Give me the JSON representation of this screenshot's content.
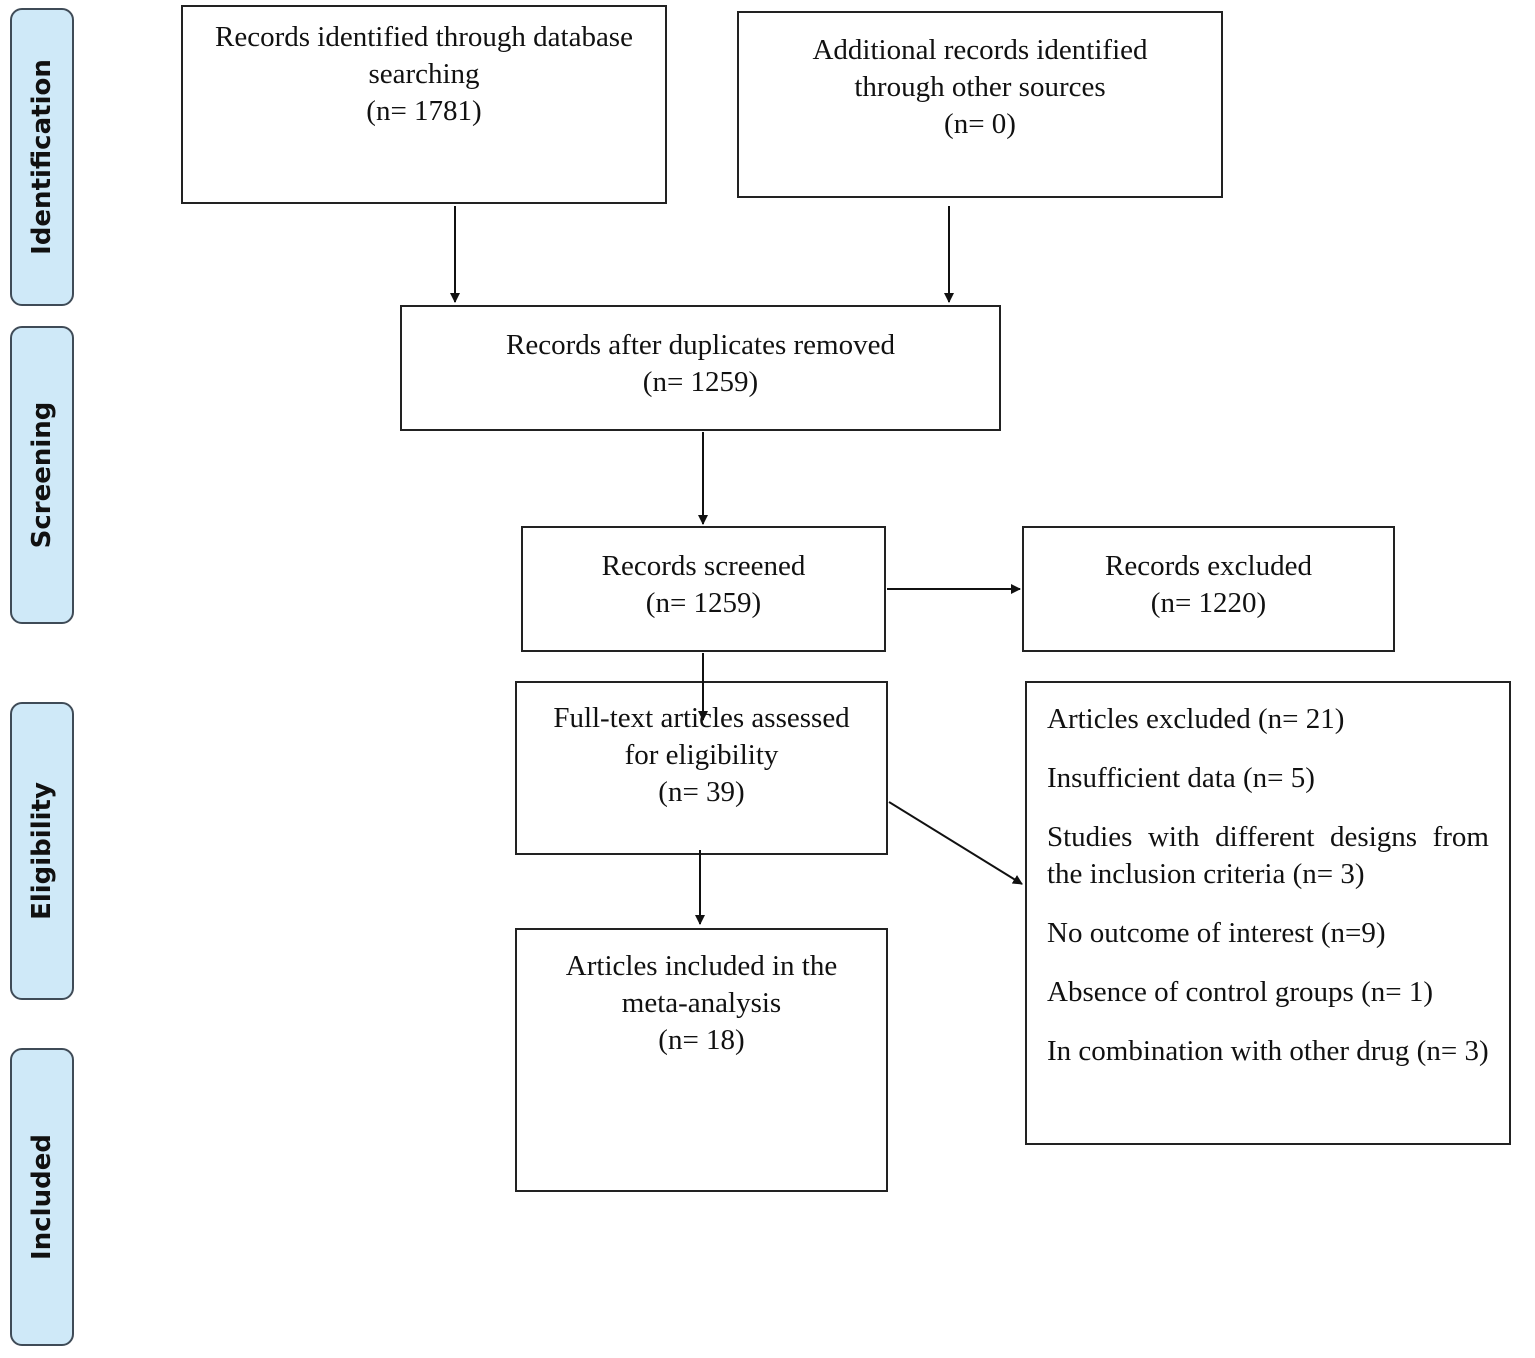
{
  "phases": {
    "identification": "Identification",
    "screening": "Screening",
    "eligibility": "Eligibility",
    "included": "Included"
  },
  "boxes": {
    "database": {
      "line1": "Records identified through database",
      "line2": "searching",
      "count": "(n= 1781)"
    },
    "other_sources": {
      "line1": "Additional records identified",
      "line2": "through other sources",
      "count": "(n= 0)"
    },
    "duplicates_removed": {
      "line1": "Records after duplicates removed",
      "count": "(n= 1259)"
    },
    "screened": {
      "line1": "Records screened",
      "count": "(n= 1259)"
    },
    "excluded": {
      "line1": "Records excluded",
      "count": "(n= 1220)"
    },
    "full_text": {
      "line1": "Full-text articles assessed",
      "line2": "for eligibility",
      "count": "(n= 39)"
    },
    "included": {
      "line1": "Articles included in the",
      "line2": "meta-analysis",
      "count": "(n= 18)"
    },
    "articles_excluded": {
      "items": [
        "Articles excluded (n= 21)",
        "Insufficient data (n= 5)",
        "Studies with different designs from the inclusion criteria (n= 3)",
        "No outcome of interest (n=9)",
        "Absence of control groups (n= 1)",
        "In combination with other drug (n= 3)"
      ]
    }
  }
}
